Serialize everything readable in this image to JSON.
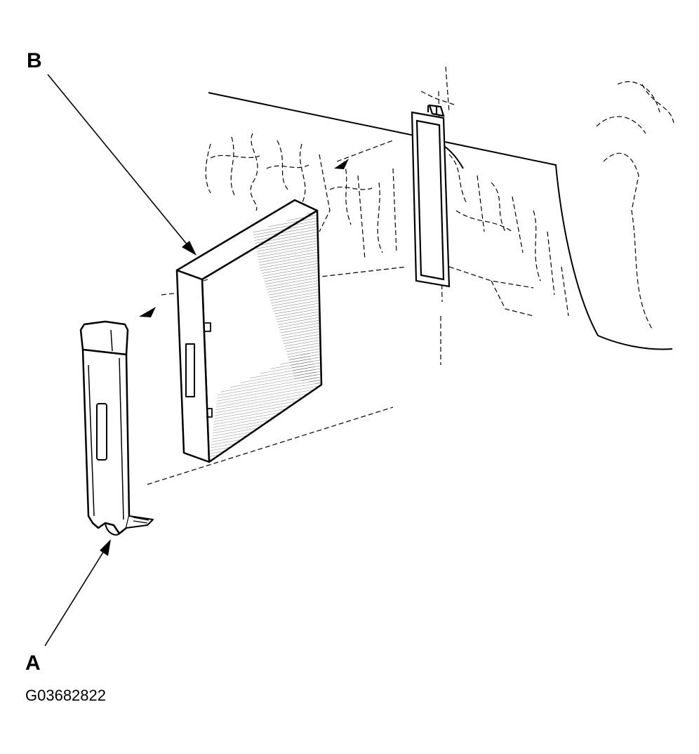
{
  "callouts": {
    "a": "A",
    "b": "B"
  },
  "figure_code": "G03682822",
  "colors": {
    "ink": "#000000",
    "background": "#ffffff"
  }
}
